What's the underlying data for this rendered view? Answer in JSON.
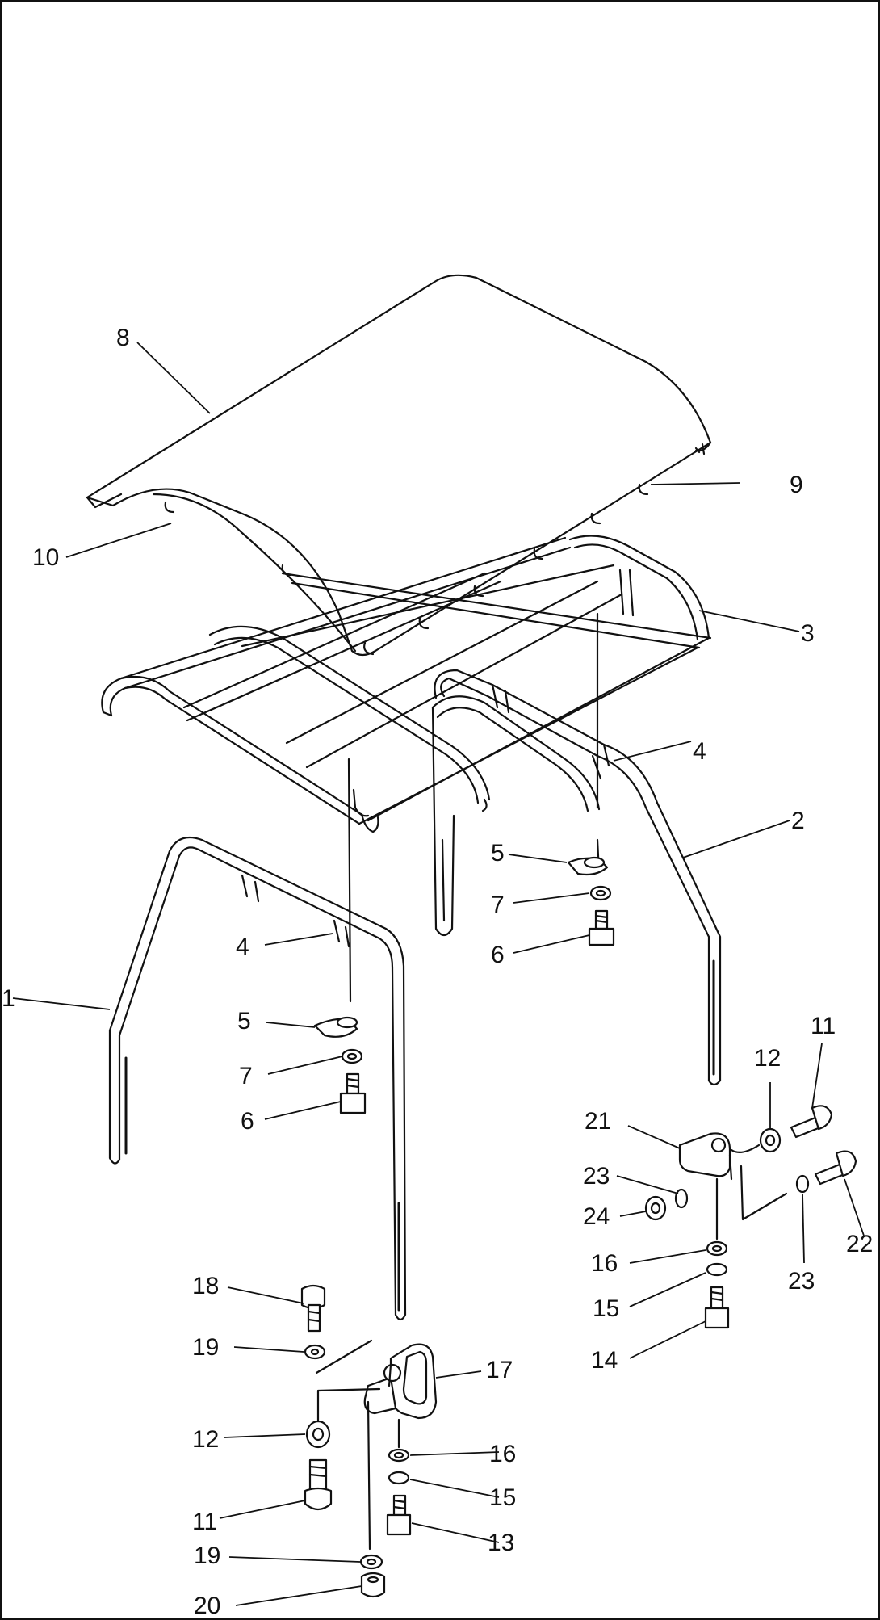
{
  "callouts": [
    {
      "id": "c1",
      "text": "1"
    },
    {
      "id": "c2",
      "text": "2"
    },
    {
      "id": "c3",
      "text": "3"
    },
    {
      "id": "c4a",
      "text": "4"
    },
    {
      "id": "c4b",
      "text": "4"
    },
    {
      "id": "c5a",
      "text": "5"
    },
    {
      "id": "c5b",
      "text": "5"
    },
    {
      "id": "c6a",
      "text": "6"
    },
    {
      "id": "c6b",
      "text": "6"
    },
    {
      "id": "c7a",
      "text": "7"
    },
    {
      "id": "c7b",
      "text": "7"
    },
    {
      "id": "c8",
      "text": "8"
    },
    {
      "id": "c9",
      "text": "9"
    },
    {
      "id": "c10",
      "text": "10"
    },
    {
      "id": "c11a",
      "text": "11"
    },
    {
      "id": "c11b",
      "text": "11"
    },
    {
      "id": "c12a",
      "text": "12"
    },
    {
      "id": "c12b",
      "text": "12"
    },
    {
      "id": "c13",
      "text": "13"
    },
    {
      "id": "c14",
      "text": "14"
    },
    {
      "id": "c15a",
      "text": "15"
    },
    {
      "id": "c15b",
      "text": "15"
    },
    {
      "id": "c16a",
      "text": "16"
    },
    {
      "id": "c16b",
      "text": "16"
    },
    {
      "id": "c17",
      "text": "17"
    },
    {
      "id": "c18",
      "text": "18"
    },
    {
      "id": "c19a",
      "text": "19"
    },
    {
      "id": "c19b",
      "text": "19"
    },
    {
      "id": "c20",
      "text": "20"
    },
    {
      "id": "c21",
      "text": "21"
    },
    {
      "id": "c22",
      "text": "22"
    },
    {
      "id": "c23a",
      "text": "23"
    },
    {
      "id": "c23b",
      "text": "23"
    },
    {
      "id": "c24",
      "text": "24"
    }
  ]
}
